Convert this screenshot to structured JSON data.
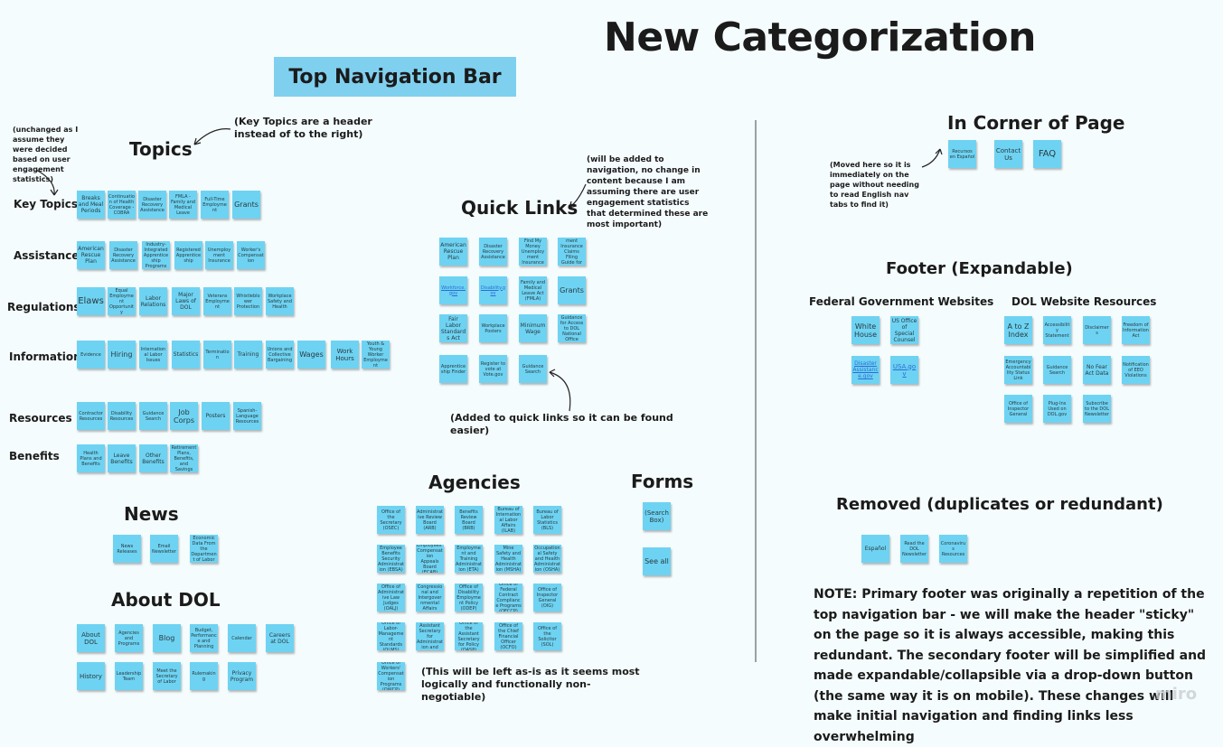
{
  "title": "New Categorization",
  "top_nav_title": "Top Navigation Bar",
  "topics": {
    "title": "Topics",
    "unchanged_note": "(unchanged as I assume they were decided based on user engagement statistics)",
    "header_note": "(Key Topics are a header instead of to the right)",
    "rows": [
      {
        "label": "Key Topics",
        "stickies": [
          "Breaks and Meal Periods",
          "Continuation of Health Coverage - COBRA",
          "Disaster Recovery Assistance",
          "FMLA - Family and Medical Leave",
          "Full-Time Employment",
          "Grants"
        ]
      },
      {
        "label": "Assistance",
        "stickies": [
          "American Rescue Plan",
          "Disaster Recovery Assistance",
          "Industry-Integrated Apprenticeship Programs",
          "Registered Apprenticeship",
          "Unemployment Insurance",
          "Worker's Compensation"
        ]
      },
      {
        "label": "Regulations",
        "stickies": [
          "Elaws",
          "Equal Employment Opportunity",
          "Labor Relations",
          "Major Laws of DOL",
          "Veterans Employment",
          "Whistleblower Protection",
          "Workplace Safety and Health"
        ]
      },
      {
        "label": "Information",
        "stickies": [
          "Evidence",
          "Hiring",
          "International Labor Issues",
          "Statistics",
          "Termination",
          "Training",
          "Unions and Collective Bargaining",
          "Wages",
          "Work Hours",
          "Youth & Young Worker Employment"
        ]
      },
      {
        "label": "Resources",
        "stickies": [
          "Contractor Resources",
          "Disability Resources",
          "Guidance Search",
          "Job Corps",
          "Posters",
          "Spanish-Language Resources"
        ]
      },
      {
        "label": "Benefits",
        "stickies": [
          "Health Plans and Benefits",
          "Leave Benefits",
          "Other Benefits",
          "Retirement Plans, Benefits, and Savings"
        ]
      }
    ]
  },
  "news": {
    "title": "News",
    "stickies": [
      "News Releases",
      "Email Newsletter",
      "Economic Data From the Department of Labor"
    ]
  },
  "about": {
    "title": "About DOL",
    "stickies": [
      "About DOL",
      "Agencies and Programs",
      "Blog",
      "Budget, Performance and Planning",
      "Calendar",
      "Careers at DOL",
      "History",
      "Leadership Team",
      "Meet the Secretary of Labor",
      "Rulemaking",
      "Privacy Program"
    ]
  },
  "quick_links": {
    "title": "Quick Links",
    "note": "(will be added to navigation, no change in content because I am assuming there are user engagement statistics that determined these are most important)",
    "added_note": "(Added to quick links so it can be found easier)",
    "stickies": [
      "American Rescue Plan",
      "Disaster Recovery Assistance",
      "Find My Money Unemployment Insurance",
      "Unemployment Insurance Claims Filing Guide for Claimants",
      "Workforce.gov",
      "Disability.gov",
      "Family and Medical Leave Act (FMLA)",
      "Grants",
      "Fair Labor Standards Act",
      "Workplace Posters",
      "Minimum Wage",
      "Guidance for Access to DOL National Office",
      "Apprenticeship Finder",
      "Register to vote at Vote.gov",
      "Guidance Search"
    ]
  },
  "agencies": {
    "title": "Agencies",
    "note": "(This will be left as-is as it seems most logically and functionally non-negotiable)",
    "stickies": [
      "Office of the Secretary (OSEC)",
      "Administrative Review Board (ARB)",
      "Benefits Review Board (BRB)",
      "Bureau of International Labor Affairs (ILAB)",
      "Bureau of Labor Statistics (BLS)",
      "Employee Benefits Security Administration (EBSA)",
      "Employees' Compensation Appeals Board (ECAB)",
      "Employment and Training Administration (ETA)",
      "Mine Safety and Health Administration (MSHA)",
      "Occupational Safety and Health Administration (OSHA)",
      "Office of Administrative Law Judges (OALJ)",
      "Office of Congressional and Intergovernmental Affairs (OCIA)",
      "Office of Disability Employment Policy (ODEP)",
      "Office of Federal Contract Compliance Programs (OFCCP)",
      "Office of Inspector General (OIG)",
      "Office of Labor-Management Standards (OLMS)",
      "Office of the Assistant Secretary for Administration and Management (OASAM)",
      "Office of the Assistant Secretary for Policy (OASP)",
      "Office of the Chief Financial Officer (OCFO)",
      "Office of the Solicitor (SOL)",
      "Office of Workers' Compensation Programs (OWCP)"
    ]
  },
  "forms": {
    "title": "Forms",
    "stickies": [
      "(Search Box)",
      "See all"
    ]
  },
  "corner": {
    "title": "In Corner of Page",
    "note": "(Moved here so it is immediately on the page without needing to read English nav tabs to find it)",
    "stickies": [
      "Recursos en Español",
      "Contact Us",
      "FAQ"
    ]
  },
  "footer": {
    "title": "Footer (Expandable)",
    "federal_title": "Federal Government Websites",
    "federal_stickies": [
      "White House",
      "US Office of Special Counsel",
      "Disaster Assistance.gov",
      "USA.gov"
    ],
    "dol_title": "DOL Website Resources",
    "dol_stickies": [
      "A to Z Index",
      "Accessibility Statement",
      "Disclaimers",
      "Freedom of Information Act",
      "Emergency Accountability Status Link",
      "Guidance Search",
      "No Fear Act Data",
      "Notification of EEO Violations",
      "Office of Inspector General",
      "Plug-Ins Used on DOL.gov",
      "Subscribe to the DOL Newsletter"
    ]
  },
  "removed": {
    "title": "Removed (duplicates or redundant)",
    "stickies": [
      "Español",
      "Read the DOL Newsletter",
      "Coronavirus Resources"
    ]
  },
  "final_note": "NOTE: Primary footer was originally a repetition of the top navigation bar - we will make the header \"sticky\" on the page so it is always accessible, making this redundant. The secondary footer will be simplified and made expandable/collapsible via a drop-down button (the same way it is on mobile). These changes will make initial navigation and finding links less overwhelming",
  "watermark": "miro",
  "colors": {
    "sticky": "#6ed3f2",
    "nav_bar": "#7fd0ef",
    "background": "#f5fcfd"
  }
}
